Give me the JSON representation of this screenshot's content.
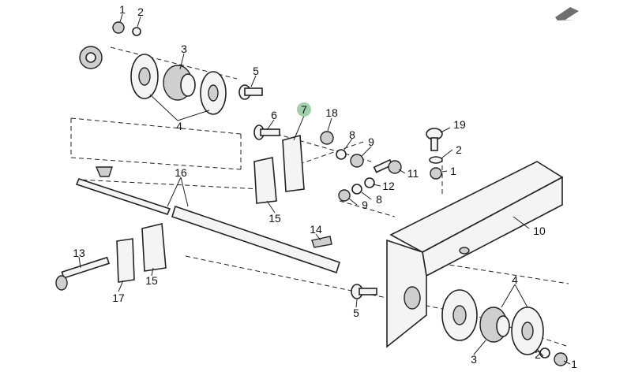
{
  "diagram": {
    "highlight_color": "#8fc79a",
    "arrow_color": "#6f6f6f",
    "back_icon": "arrow-down-left-icon",
    "callouts": {
      "c1a": "1",
      "c2a": "2",
      "c3a": "3",
      "c5a": "5",
      "c4a": "4",
      "c6": "6",
      "c7": "7",
      "c18": "18",
      "c8a": "8",
      "c9a": "9",
      "c19": "19",
      "c2b": "2",
      "c1b": "1",
      "c11": "11",
      "c12": "12",
      "c8b": "8",
      "c9b": "9",
      "c10": "10",
      "c16": "16",
      "c15a": "15",
      "c14": "14",
      "c13": "13",
      "c17": "17",
      "c15b": "15",
      "c4b": "4",
      "c5b": "5",
      "c3b": "3",
      "c2c": "2",
      "c1c": "1"
    }
  }
}
